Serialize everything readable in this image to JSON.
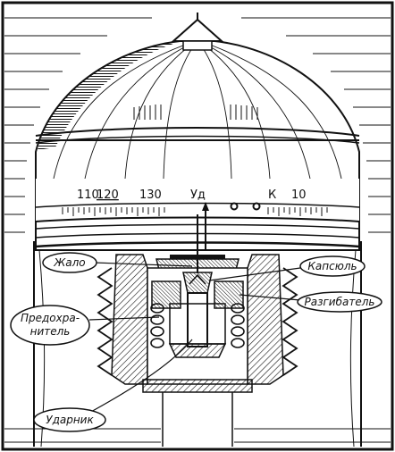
{
  "scale": {
    "numbers": [
      "110",
      "120",
      "130",
      "Уд",
      "К",
      "10"
    ],
    "unit_mark": "К"
  },
  "callouts": {
    "zhalo": "Жало",
    "kapsyul": "Капсюль",
    "predokhranitel_line1": "Предохра-",
    "predokhranitel_line2": "нитель",
    "razgibatel": "Разгибатель",
    "udarnik": "Ударник"
  },
  "colors": {
    "ink": "#111111",
    "paper": "#ffffff"
  }
}
